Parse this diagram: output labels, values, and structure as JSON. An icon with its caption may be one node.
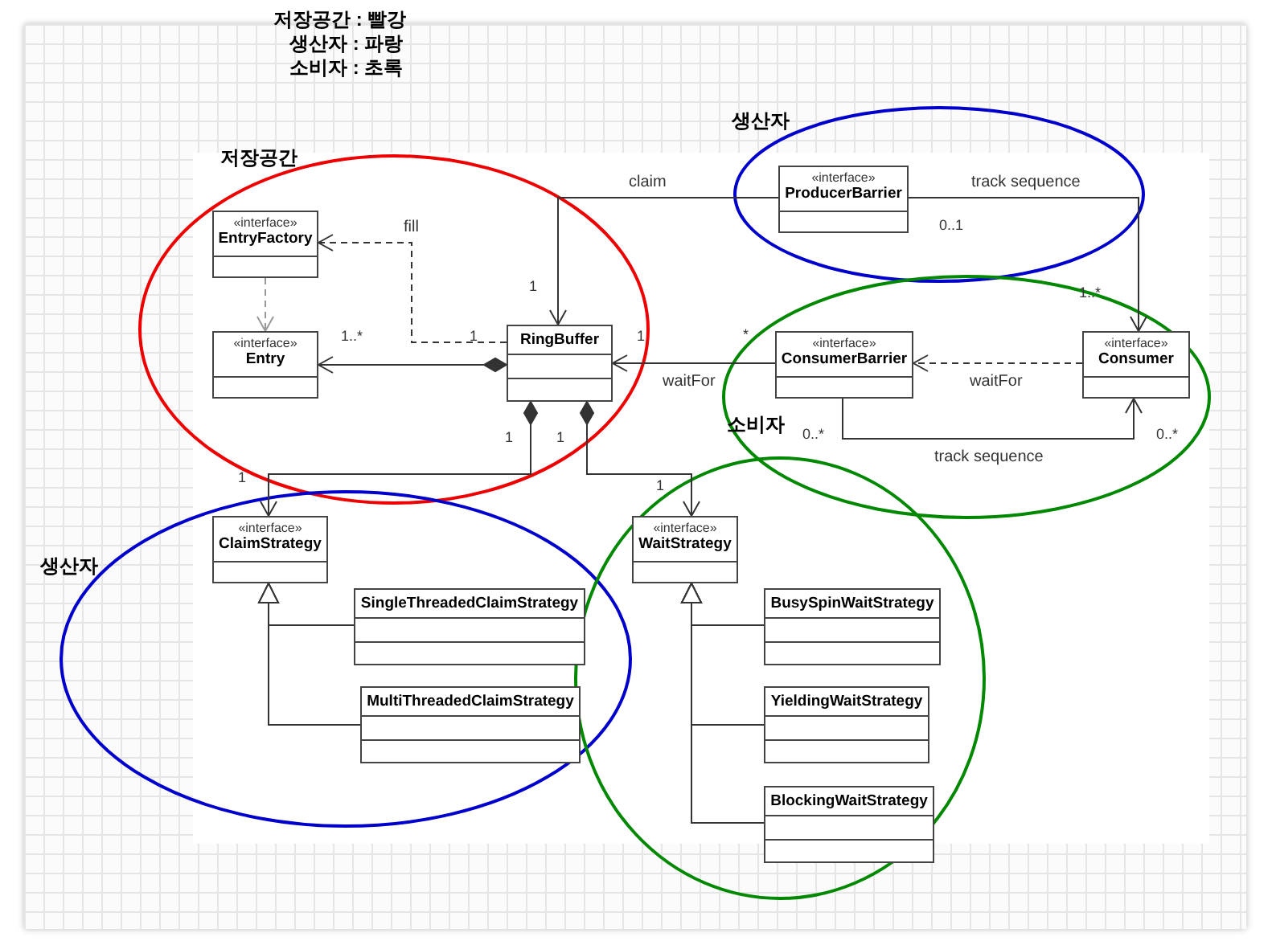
{
  "diagram": {
    "nodes": [
      {
        "text": [
          "«interface»",
          "EntryFactory"
        ]
      },
      {
        "text": [
          "«interface»",
          "Entry"
        ]
      },
      {
        "text": [
          "RingBuffer"
        ]
      },
      {
        "text": [
          "«interface»",
          "ProducerBarrier"
        ]
      },
      {
        "text": [
          "«interface»",
          "ConsumerBarrier"
        ]
      },
      {
        "text": [
          "«interface»",
          "Consumer"
        ]
      },
      {
        "text": [
          "«interface»",
          "ClaimStrategy"
        ]
      },
      {
        "text": [
          "SingleThreadedClaimStrategy"
        ]
      },
      {
        "text": [
          "MultiThreadedClaimStrategy"
        ]
      },
      {
        "text": [
          "«interface»",
          "WaitStrategy"
        ]
      },
      {
        "text": [
          "BusySpinWaitStrategy"
        ]
      },
      {
        "text": [
          "YieldingWaitStrategy"
        ]
      },
      {
        "text": [
          "BlockingWaitStrategy"
        ]
      }
    ],
    "edges": [
      {
        "from": 2,
        "to": 0,
        "arrow": "to",
        "label": "fill",
        "style": "dashed"
      },
      {
        "from": 0,
        "to": 1,
        "arrow": "to",
        "style": "dashed",
        "color": "#999999"
      },
      {
        "from": 2,
        "to": 1,
        "arrow": "to"
      },
      {
        "from": 3,
        "to": 2,
        "arrow": "to",
        "label": "claim"
      },
      {
        "from": 3,
        "to": 5,
        "arrow": "to",
        "label": "track sequence"
      },
      {
        "from": 4,
        "to": 2,
        "arrow": "to",
        "label": "waitFor"
      },
      {
        "from": 5,
        "to": 4,
        "arrow": "to",
        "label": "waitFor",
        "style": "dashed"
      },
      {
        "from": 4,
        "to": 5,
        "arrow": "to",
        "label": "track sequence"
      },
      {
        "from": 2,
        "to": 6,
        "arrow": "to"
      },
      {
        "from": 2,
        "to": 9,
        "arrow": "to"
      },
      {
        "from": 7,
        "to": 6,
        "arrow": "to"
      },
      {
        "from": 8,
        "to": 6,
        "arrow": "to"
      },
      {
        "from": 10,
        "to": 9,
        "arrow": "to"
      },
      {
        "from": 11,
        "to": 9,
        "arrow": "to"
      },
      {
        "from": 12,
        "to": 9,
        "arrow": "to"
      }
    ],
    "labels": [
      "저장공간 : 빨강",
      "생산자 : 파랑",
      "소비자 : 초록",
      "생산자",
      "저장공간",
      "0..1",
      "1",
      "1..*",
      "1..*",
      "1",
      "1",
      "*",
      "1",
      "1",
      "소비자",
      "0..*",
      "0..*",
      "1",
      "1",
      "생산자"
    ]
  }
}
